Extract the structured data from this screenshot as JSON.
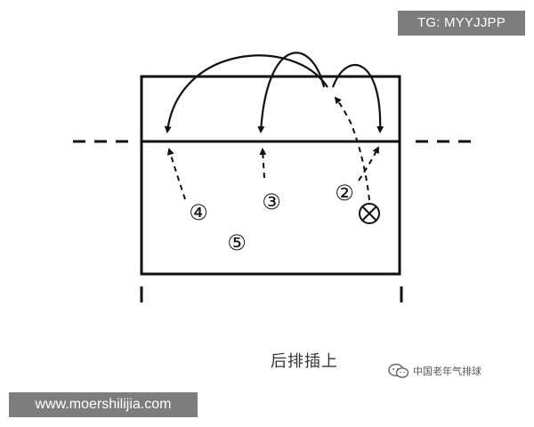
{
  "watermarks": {
    "tg": "TG: MYYJJPP",
    "site": "www.moershilijia.com"
  },
  "caption": "后排插上",
  "wechat": {
    "label": "中国老年气排球",
    "icon": "wechat-icon"
  },
  "positions": [
    {
      "label": "④"
    },
    {
      "label": "③"
    },
    {
      "label": "②"
    },
    {
      "label": "⑤"
    }
  ],
  "setter_marker": {
    "icon": "circle-x-icon"
  },
  "colors": {
    "line": "#111111",
    "watermark_bg": "#7d7d7d",
    "watermark_text": "#ffffff"
  }
}
